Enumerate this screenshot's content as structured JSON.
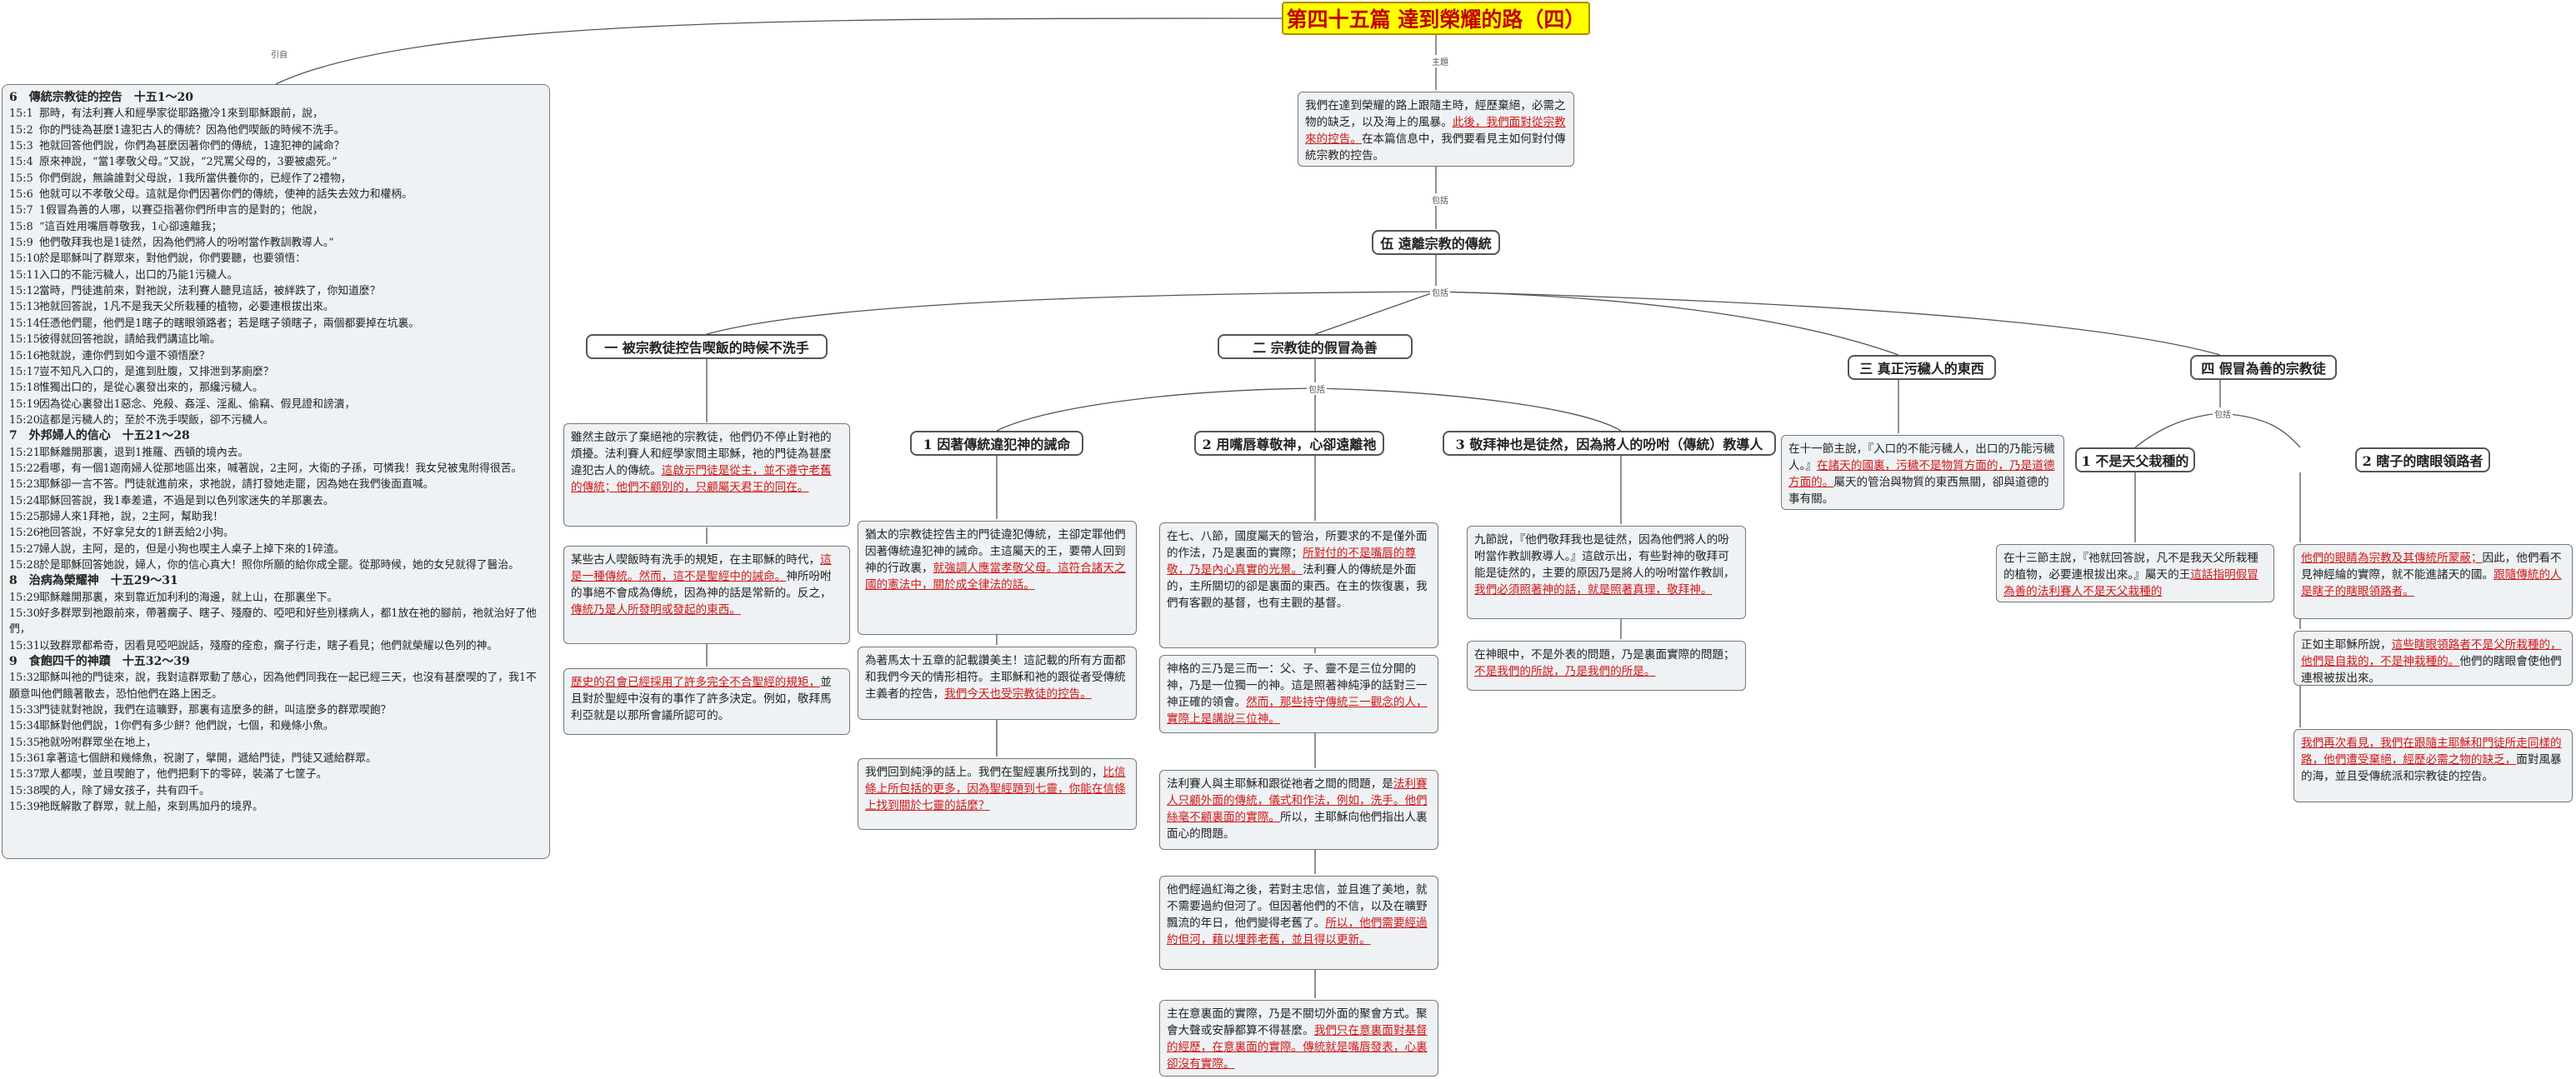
{
  "title": "第四十五篇 達到榮耀的路（四）",
  "labels": {
    "intro": "引自",
    "theme": "主題",
    "include": "包括"
  },
  "scripture": {
    "sections": [
      {
        "heading": "6　傳統宗教徒的控告　十五1～20",
        "verses": [
          {
            "n": "15:1",
            "t": "那時，有法利賽人和經學家從耶路撒冷1來到耶穌跟前，說，"
          },
          {
            "n": "15:2",
            "t": "你的門徒為甚麼1違犯古人的傳統？因為他們喫飯的時候不洗手。"
          },
          {
            "n": "15:3",
            "t": "祂就回答他們說，你們為甚麼因著你們的傳統，1違犯神的誡命？"
          },
          {
            "n": "15:4",
            "t": "原來神說，“當1孝敬父母。”又說，“2咒罵父母的，3要被處死。”"
          },
          {
            "n": "15:5",
            "t": "你們倒說，無論誰對父母說，1我所當供養你的，已經作了2禮物，"
          },
          {
            "n": "15:6",
            "t": "他就可以不孝敬父母。這就是你們因著你們的傳統，使神的話失去效力和權柄。"
          },
          {
            "n": "15:7",
            "t": "1假冒為善的人哪，以賽亞指著你們所申言的是對的；他說，"
          },
          {
            "n": "15:8",
            "t": "“這百姓用嘴唇尊敬我，1心卻遠離我；"
          },
          {
            "n": "15:9",
            "t": "他們敬拜我也是1徒然，因為他們將人的吩咐當作教訓教導人。”"
          },
          {
            "n": "15:10",
            "t": "於是耶穌叫了群眾來，對他們說，你們要聽，也要領悟："
          },
          {
            "n": "15:11",
            "t": "入口的不能污穢人，出口的乃能1污穢人。"
          },
          {
            "n": "15:12",
            "t": "當時，門徒進前來，對祂說，法利賽人聽見這話，被絆跌了，你知道麼？"
          },
          {
            "n": "15:13",
            "t": "祂就回答說，1凡不是我天父所栽種的植物，必要連根拔出來。"
          },
          {
            "n": "15:14",
            "t": "任憑他們罷，他們是1瞎子的瞎眼領路者；若是瞎子領瞎子，兩個都要掉在坑裏。"
          },
          {
            "n": "15:15",
            "t": "彼得就回答祂說，請給我們講這比喻。"
          },
          {
            "n": "15:16",
            "t": "祂就說，連你們到如今還不領悟麼？"
          },
          {
            "n": "15:17",
            "t": "豈不知凡入口的，是進到肚腹，又排泄到茅廁麼？"
          },
          {
            "n": "15:18",
            "t": "惟獨出口的，是從心裏發出來的，那纔污穢人。"
          },
          {
            "n": "15:19",
            "t": "因為從心裏發出1惡念、兇殺、姦淫、淫亂、偷竊、假見證和謗瀆，"
          },
          {
            "n": "15:20",
            "t": "這都是污穢人的；至於不洗手喫飯，卻不污穢人。"
          }
        ]
      },
      {
        "heading": "7　外邦婦人的信心　十五21～28",
        "verses": [
          {
            "n": "15:21",
            "t": "耶穌離開那裏，退到1推羅、西頓的境內去。"
          },
          {
            "n": "15:22",
            "t": "看哪，有一個1迦南婦人從那地區出來，喊著說，2主阿，大衛的子孫，可憐我！我女兒被鬼附得很苦。"
          },
          {
            "n": "15:23",
            "t": "耶穌卻一言不答。門徒就進前來，求祂說，請打發她走罷，因為她在我們後面直喊。"
          },
          {
            "n": "15:24",
            "t": "耶穌回答說，我1奉差遣，不過是到以色列家迷失的羊那裏去。"
          },
          {
            "n": "15:25",
            "t": "那婦人來1拜祂，說，2主阿，幫助我！"
          },
          {
            "n": "15:26",
            "t": "祂回答說，不好拿兒女的1餅丟給2小狗。"
          },
          {
            "n": "15:27",
            "t": "婦人說，主阿，是的，但是小狗也喫主人桌子上掉下來的1碎渣。"
          },
          {
            "n": "15:28",
            "t": "於是耶穌回答她說，婦人，你的信心真大！照你所願的給你成全罷。從那時候，她的女兒就得了醫治。"
          }
        ]
      },
      {
        "heading": "8　治病為榮耀神　十五29～31",
        "verses": [
          {
            "n": "15:29",
            "t": "耶穌離開那裏，來到靠近加利利的海邊，就上山，在那裏坐下。"
          },
          {
            "n": "15:30",
            "t": "好多群眾到祂跟前來，帶著瘸子、瞎子、殘廢的、啞吧和好些別樣病人，都1放在祂的腳前，祂就治好了他們，"
          },
          {
            "n": "15:31",
            "t": "以致群眾都希奇，因看見啞吧說話，殘廢的痊愈，瘸子行走，瞎子看見；他們就榮耀以色列的神。"
          }
        ]
      },
      {
        "heading": "9　食飽四千的神蹟　十五32～39",
        "verses": [
          {
            "n": "15:32",
            "t": "耶穌叫祂的門徒來，說，我對這群眾動了慈心，因為他們同我在一起已經三天，也沒有甚麼喫的了，我1不願意叫他們餓著散去，恐怕他們在路上困乏。"
          },
          {
            "n": "15:33",
            "t": "門徒就對祂說，我們在這曠野，那裏有這麼多的餅，叫這麼多的群眾喫飽？"
          },
          {
            "n": "15:34",
            "t": "耶穌對他們說，1你們有多少餅？他們說，七個，和幾條小魚。"
          },
          {
            "n": "15:35",
            "t": "祂就吩咐群眾坐在地上，"
          },
          {
            "n": "15:36",
            "t": "1拿著這七個餅和幾條魚，祝謝了，擘開，遞給門徒，門徒又遞給群眾。"
          },
          {
            "n": "15:37",
            "t": "眾人都喫，並且喫飽了，他們把剩下的零碎，裝滿了七筐子。"
          },
          {
            "n": "15:38",
            "t": "喫的人，除了婦女孩子，共有四千。"
          },
          {
            "n": "15:39",
            "t": "祂既解散了群眾，就上船，來到馬加丹的境界。"
          }
        ]
      }
    ]
  },
  "theme_box": [
    {
      "t": "我們在達到榮耀的路上跟隨主時，經歷棄絕，必需之物的缺乏，以及海上的風暴。",
      "r": false
    },
    {
      "t": "此後，我們面對從宗教來的控告。",
      "r": true
    },
    {
      "t": "在本篇信息中，我們要看見主如何對付傳統宗教的控告。",
      "r": false
    }
  ],
  "main_node": "伍 遠離宗教的傳統",
  "branches": {
    "b1": {
      "label": "一 被宗教徒控告喫飯的時候不洗手",
      "box1": [
        {
          "t": "雖然主啟示了棄絕祂的宗教徒，他們仍不停止對祂的煩擾。法利賽人和經學家問主耶穌，祂的門徒為甚麼違犯古人的傳統。",
          "r": false
        },
        {
          "t": "這啟示門徒是從主，並不遵守老舊的傳統；他們不顧別的，只顧屬天君王的同在。",
          "r": true
        }
      ],
      "box2": [
        {
          "t": "某些古人喫飯時有洗手的規矩，在主耶穌的時代，",
          "r": false
        },
        {
          "t": "這是一種傳統。然而，這不是聖經中的誡命。",
          "r": true
        },
        {
          "t": "神所吩咐的事絕不會成為傳統，因為神的話是常新的。反之，",
          "r": false
        },
        {
          "t": "傳統乃是人所發明或發起的東西。",
          "r": true
        }
      ],
      "box3": [
        {
          "t": "歷史的召會已經採用了許多完全不合聖經的規矩，",
          "r": true
        },
        {
          "t": "並且對於聖經中沒有的事作了許多決定。例如，敬拜馬利亞就是以那所會議所認可的。",
          "r": false
        }
      ]
    },
    "b2": {
      "label": "二 宗教徒的假冒為善",
      "s1": {
        "label": "1 因著傳統違犯神的誡命",
        "box1": [
          {
            "t": "猶太的宗教徒控告主的門徒違犯傳統，主卻定罪他們因著傳統違犯神的誡命。主這屬天的王，要帶人回到神的行政裏，",
            "r": false
          },
          {
            "t": "就強調人應當孝敬父母。這符合諸天之國的憲法中，關於成全律法的話。",
            "r": true
          }
        ],
        "box2": [
          {
            "t": "為著馬太十五章的記載讚美主！這記載的所有方面都和我們今天的情形相符。主耶穌和祂的跟從者受傳統主義者的控告，",
            "r": false
          },
          {
            "t": "我們今天也受宗教徒的控告。",
            "r": true
          }
        ],
        "box3": [
          {
            "t": "我們回到純淨的話上。我們在聖經裏所找到的，",
            "r": false
          },
          {
            "t": "比信條上所包括的更多，因為聖經題到七靈，你能在信條上找到關於七靈的話麼？",
            "r": true
          }
        ]
      },
      "s2": {
        "label": "2 用嘴唇尊敬神，心卻遠離祂",
        "box1": [
          {
            "t": "在七、八節，國度屬天的管治，所要求的不是僅外面的作法，乃是裏面的實際；",
            "r": false
          },
          {
            "t": "所對付的不是嘴唇的尊敬，乃是內心真實的光景。",
            "r": true
          },
          {
            "t": "法利賽人的傳統是外面的，主所關切的卻是裏面的東西。在主的恢復裏，我們有客觀的基督，也有主觀的基督。",
            "r": false
          }
        ],
        "box2": [
          {
            "t": "神格的三乃是三而一：父、子、靈不是三位分開的神，乃是一位獨一的神。這是照著神純淨的話對三一神正確的領會。",
            "r": false
          },
          {
            "t": "然而，那些持守傳統三一觀念的人，實際上是講說三位神。",
            "r": true
          }
        ],
        "box3": [
          {
            "t": "法利賽人與主耶穌和跟從祂者之間的問題，是",
            "r": false
          },
          {
            "t": "法利賽人只顧外面的傳統，儀式和作法，例如，洗手。他們絲毫不顧裏面的實際。",
            "r": true
          },
          {
            "t": "所以，主耶穌向他們指出人裏面心的問題。",
            "r": false
          }
        ],
        "box4": [
          {
            "t": "他們經過紅海之後，若對主忠信，並且進了美地，就不需要過約但河了。但因著他們的不信，以及在曠野飄流的年日，他們變得老舊了。",
            "r": false
          },
          {
            "t": "所以，他們需要經過約但河，藉以埋葬老舊，並且得以更新。",
            "r": true
          }
        ],
        "box5": [
          {
            "t": "主在意裏面的實際，乃是不關切外面的聚會方式。聚會大聲或安靜都算不得甚麼。",
            "r": false
          },
          {
            "t": "我們只在意裏面對基督的經歷，在意裏面的實際。傳統就是嘴唇發表，心裏卻沒有實際。",
            "r": true
          }
        ]
      },
      "s3": {
        "label": "3 敬拜神也是徒然，因為將人的吩咐（傳統）教導人",
        "box1": [
          {
            "t": "九節說，『他們敬拜我也是徒然，因為他們將人的吩咐當作教訓教導人。』這啟示出，有些對神的敬拜可能是徒然的，主要的原因乃是將人的吩咐當作教訓，",
            "r": false
          },
          {
            "t": "我們必須照著神的話，就是照著真理，敬拜神。",
            "r": true
          }
        ],
        "box2": [
          {
            "t": "在神眼中，不是外表的問題，乃是裏面實際的問題；",
            "r": false
          },
          {
            "t": "不是我們的所說，乃是我們的所是。",
            "r": true
          }
        ]
      }
    },
    "b3": {
      "label": "三 真正污穢人的東西",
      "box1": [
        {
          "t": "在十一節主說，『入口的不能污穢人，出口的乃能污穢人。』",
          "r": false
        },
        {
          "t": "在諸天的國裏，污穢不是物質方面的，乃是道德方面的。",
          "r": true
        },
        {
          "t": "屬天的管治與物質的東西無關，卻與道德的事有關。",
          "r": false
        }
      ]
    },
    "b4": {
      "label": "四 假冒為善的宗教徒",
      "s1": {
        "label": "1 不是天父栽種的",
        "box1": [
          {
            "t": "在十三節主說，『祂就回答說，凡不是我天父所栽種的植物，必要連根拔出來。』屬天的王",
            "r": false
          },
          {
            "t": "這話指明假冒為善的法利賽人不是天父栽種的",
            "r": true
          }
        ]
      },
      "s2": {
        "label": "2 瞎子的瞎眼領路者",
        "box1": [
          {
            "t": "他們的眼睛為宗教及其傳統所蒙蔽；",
            "r": true
          },
          {
            "t": "因此，他們看不見神經綸的實際，就不能進諸天的國。",
            "r": false
          },
          {
            "t": "跟隨傳統的人是瞎子的瞎眼領路者。",
            "r": true
          }
        ],
        "box2": [
          {
            "t": "正如主耶穌所說，",
            "r": false
          },
          {
            "t": "這些瞎眼領路者不是父所栽種的，他們是自栽的，不是神栽種的。",
            "r": true
          },
          {
            "t": "他們的瞎眼會使他們連根被拔出來。",
            "r": false
          }
        ],
        "box3": [
          {
            "t": "我們再次看見，我們在跟隨主耶穌和門徒所走同樣的路，他們遭受棄絕，經歷必需之物的缺乏，",
            "r": true
          },
          {
            "t": "面對風暴的海，並且受傳統派和宗教徒的控告。",
            "r": false
          }
        ]
      }
    }
  }
}
